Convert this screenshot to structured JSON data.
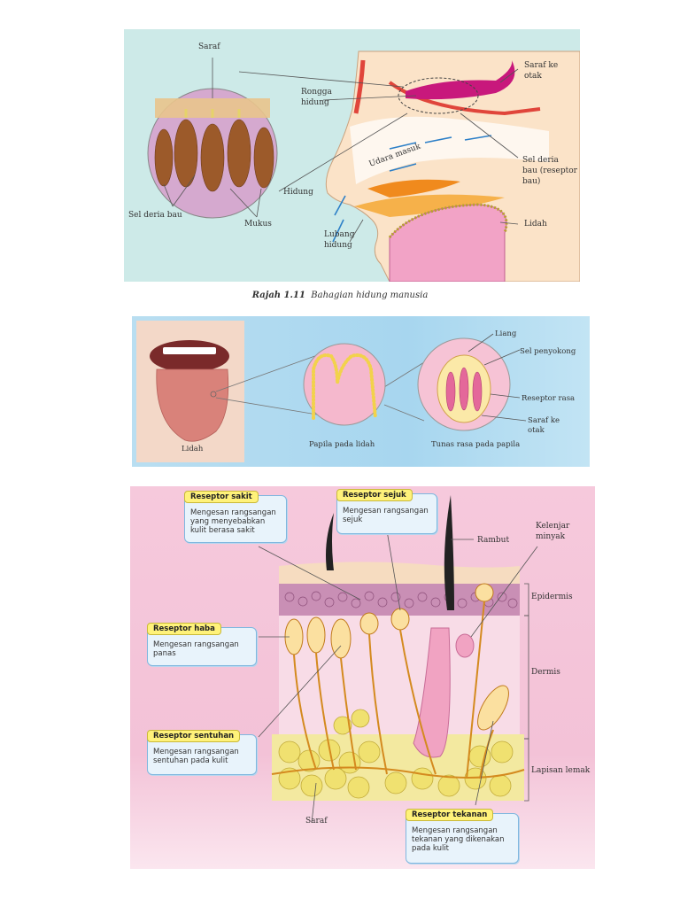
{
  "figure1": {
    "caption_label": "Rajah 1.11",
    "caption_text": "Bahagian hidung manusia",
    "labels": {
      "saraf": "Saraf",
      "saraf_ke_otak_1": "Saraf ke",
      "saraf_ke_otak_2": "otak",
      "rongga_hidung_1": "Rongga",
      "rongga_hidung_2": "hidung",
      "udara_masuk": "Udara masuk",
      "sel_deria_bau_reseptor_1": "Sel deria",
      "sel_deria_bau_reseptor_2": "bau (reseptor",
      "sel_deria_bau_reseptor_3": "bau)",
      "hidung": "Hidung",
      "sel_deria_bau": "Sel deria bau",
      "mukus": "Mukus",
      "lubang_hidung_1": "Lubang",
      "lubang_hidung_2": "hidung",
      "lidah": "Lidah"
    }
  },
  "figure2": {
    "labels": {
      "liang": "Liang",
      "sel_penyokong": "Sel penyokong",
      "reseptor_rasa": "Reseptor rasa",
      "saraf_ke_otak_1": "Saraf ke",
      "saraf_ke_otak_2": "otak",
      "papila_pada_lidah": "Papila pada lidah",
      "tunas_rasa": "Tunas rasa pada papila",
      "lidah": "Lidah"
    }
  },
  "figure3": {
    "labels": {
      "rambut": "Rambut",
      "kelenjar_minyak_1": "Kelenjar",
      "kelenjar_minyak_2": "minyak",
      "epidermis": "Epidermis",
      "dermis": "Dermis",
      "lapisan_lemak": "Lapisan lemak",
      "saraf": "Saraf"
    },
    "boxes": {
      "sakit": {
        "title": "Reseptor sakit",
        "text": "Mengesan rangsangan yang menyebabkan kulit berasa sakit"
      },
      "sejuk": {
        "title": "Reseptor sejuk",
        "text": "Mengesan rangsangan sejuk"
      },
      "haba": {
        "title": "Reseptor haba",
        "text": "Mengesan rangsangan panas"
      },
      "sentuhan": {
        "title": "Reseptor sentuhan",
        "text": "Mengesan rangsangan sentuhan pada kulit"
      },
      "tekanan": {
        "title": "Reseptor tekanan",
        "text": "Mengesan rangsangan tekanan yang dikenakan pada kulit"
      }
    }
  },
  "colors": {
    "nose_bg": "#cdeae8",
    "tongue_bg": "#a7d6ef",
    "skin_bg": "#f3c2d7",
    "box_title": "#fff27a",
    "box_bg": "#e8f3fb"
  }
}
